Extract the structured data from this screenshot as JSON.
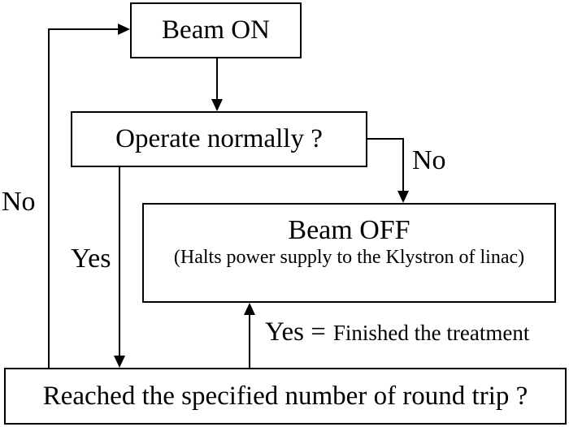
{
  "diagram": {
    "type": "flowchart",
    "nodes": {
      "beam_on": {
        "label": "Beam ON"
      },
      "operate": {
        "label": "Operate normally ?"
      },
      "beam_off": {
        "title": "Beam OFF",
        "subtitle": "(Halts power supply to the Klystron of linac)"
      },
      "reached": {
        "label": "Reached the specified number of round trip ?"
      }
    },
    "edge_labels": {
      "no_left": "No",
      "yes_down": "Yes",
      "no_right": "No",
      "finished_prefix": "Yes =",
      "finished_rest": "Finished the treatment"
    },
    "edges": [
      {
        "from": "beam_on",
        "to": "operate",
        "label": ""
      },
      {
        "from": "operate",
        "to": "beam_off",
        "label": "No"
      },
      {
        "from": "operate",
        "to": "reached",
        "label": "Yes"
      },
      {
        "from": "reached",
        "to": "beam_off",
        "label": "Yes = Finished the treatment"
      },
      {
        "from": "reached",
        "to": "beam_on",
        "label": "No"
      }
    ],
    "colors": {
      "line": "#000000",
      "background": "#ffffff",
      "box_fill": "#ffffff"
    }
  }
}
